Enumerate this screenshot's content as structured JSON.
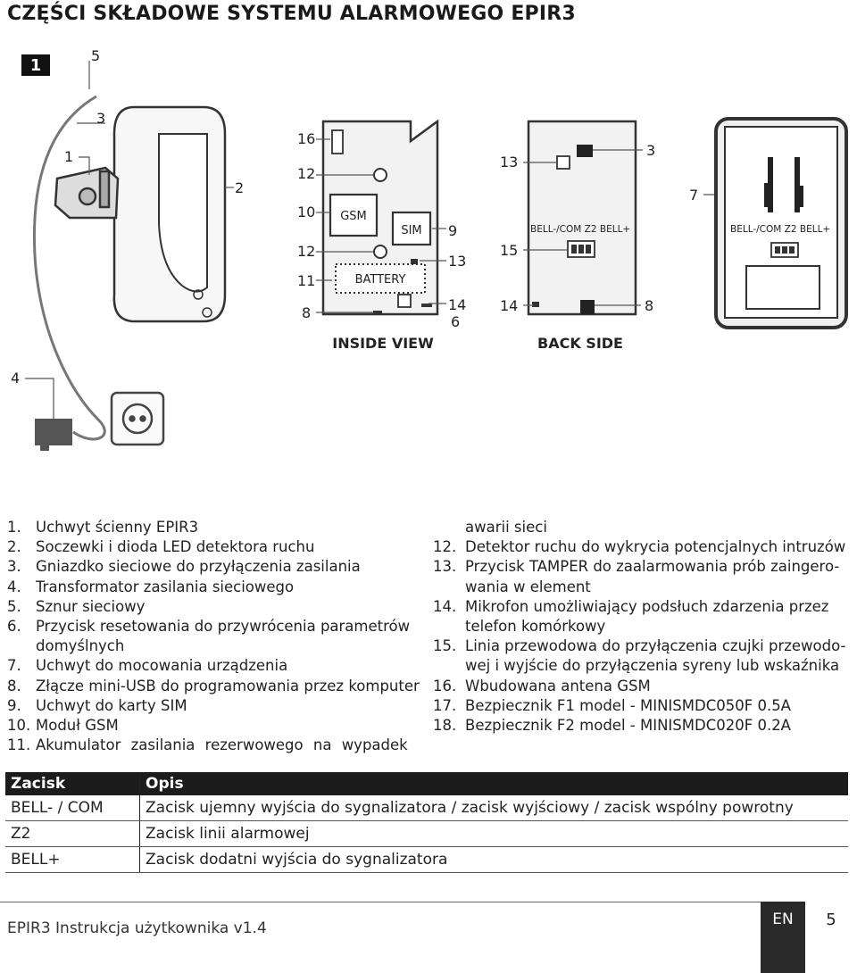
{
  "title": "CZĘŚCI SKŁADOWE SYSTEMU ALARMOWEGO EPIR3",
  "figure": {
    "badge": "1",
    "captions": {
      "inside": "INSIDE VIEW",
      "back": "BACK SIDE"
    },
    "labels": {
      "device_view": [
        "5",
        "3",
        "1",
        "2",
        "4"
      ],
      "inside_view": [
        "16",
        "12",
        "10",
        "12",
        "11",
        "8",
        "9",
        "13",
        "14",
        "6"
      ],
      "back_view": [
        "13",
        "3",
        "15",
        "14",
        "8",
        "7"
      ]
    },
    "board": {
      "gsm": "GSM",
      "sim": "SIM",
      "battery": "BATTERY",
      "terminals": "BELL-/COM  Z2  BELL+"
    }
  },
  "parts_left": [
    {
      "num": "1.",
      "text": "Uchwyt ścienny EPIR3"
    },
    {
      "num": "2.",
      "text": "Soczewki i dioda LED detektora ruchu"
    },
    {
      "num": "3.",
      "text": "Gniazdko sieciowe do przyłączenia zasilania"
    },
    {
      "num": "4.",
      "text": "Transformator zasilania sieciowego"
    },
    {
      "num": "5.",
      "text": "Sznur sieciowy"
    },
    {
      "num": "6.",
      "text": "Przycisk resetowania do przywrócenia parametrów",
      "cont": "domyślnych"
    },
    {
      "num": "7.",
      "text": "Uchwyt do mocowania urządzenia"
    },
    {
      "num": "8.",
      "text": "Złącze mini-USB do programowania przez komputer"
    },
    {
      "num": "9.",
      "text": "Uchwyt do karty SIM"
    },
    {
      "num": "10.",
      "text": "Moduł GSM"
    },
    {
      "num": "11.",
      "text": "Akumulator zasilania rezerwowego na wypadek"
    }
  ],
  "parts_right_cont": "awarii sieci",
  "parts_right": [
    {
      "num": "12.",
      "text": "Detektor ruchu do wykrycia potencjalnych intruzów"
    },
    {
      "num": "13.",
      "text": "Przycisk TAMPER do zaalarmowania prób zaingero-",
      "cont": "wania w element"
    },
    {
      "num": "14.",
      "text": "Mikrofon umożliwiający podsłuch zdarzenia przez",
      "cont": "telefon komórkowy"
    },
    {
      "num": "15.",
      "text": "Linia przewodowa do przyłączenia czujki przewodo-",
      "cont": "wej i wyjście do przyłączenia syreny lub wskaźnika"
    },
    {
      "num": "16.",
      "text": "Wbudowana antena GSM"
    },
    {
      "num": "17.",
      "text": "Bezpiecznik F1 model - MINISMDC050F 0.5A"
    },
    {
      "num": "18.",
      "text": "Bezpiecznik F2 model - MINISMDC020F 0.2A"
    }
  ],
  "terminal_table": {
    "headers": [
      "Zacisk",
      "Opis"
    ],
    "rows": [
      [
        "BELL- / COM",
        "Zacisk ujemny wyjścia do sygnalizatora / zacisk wyjściowy / zacisk wspólny powrotny"
      ],
      [
        "Z2",
        "Zacisk linii alarmowej"
      ],
      [
        "BELL+",
        "Zacisk dodatni wyjścia do sygnalizatora"
      ]
    ]
  },
  "footer": {
    "text": "EPIR3 Instrukcja użytkownika v1.4",
    "lang": "EN",
    "page": "5"
  }
}
